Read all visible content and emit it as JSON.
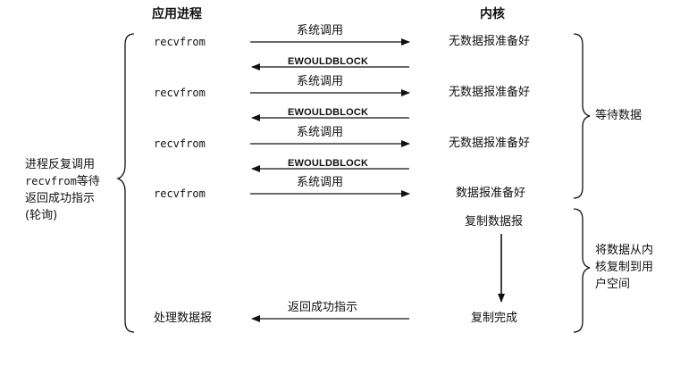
{
  "headers": {
    "app": "应用进程",
    "kernel": "内核"
  },
  "rows": [
    {
      "app": "recvfrom",
      "call": "系统调用",
      "kernel": "无数据报准备好",
      "reply": "EWOULDBLOCK"
    },
    {
      "app": "recvfrom",
      "call": "系统调用",
      "kernel": "无数据报准备好",
      "reply": "EWOULDBLOCK"
    },
    {
      "app": "recvfrom",
      "call": "系统调用",
      "kernel": "无数据报准备好",
      "reply": "EWOULDBLOCK"
    },
    {
      "app": "recvfrom",
      "call": "系统调用",
      "kernel": "数据报准备好"
    }
  ],
  "copy_start": "复制数据报",
  "copy_done": "复制完成",
  "final_app": "处理数据报",
  "final_call": "返回成功指示",
  "left_note": {
    "line1": "进程反复调用",
    "line2_mono": "recvfrom",
    "line2_rest": "等待",
    "line3": "返回成功指示",
    "line4": "(轮询)"
  },
  "right_wait": "等待数据",
  "right_copy": [
    "将数据从内",
    "核复制到用",
    "户空间"
  ]
}
